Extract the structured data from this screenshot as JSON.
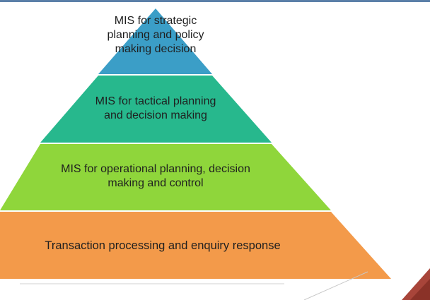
{
  "tiers": [
    {
      "label": "MIS for strategic\nplanning and  policy\nmaking decision",
      "color": "#3b9ec7"
    },
    {
      "label": "MIS for tactical planning\nand decision making",
      "color": "#27b88d"
    },
    {
      "label": "MIS for operational planning, decision\nmaking and control",
      "color": "#8fd63b"
    },
    {
      "label": "Transaction processing and enquiry response",
      "color": "#f39a4a"
    }
  ],
  "accents": {
    "top_rule": "#5b7fa8",
    "corner": "#a8453a"
  }
}
